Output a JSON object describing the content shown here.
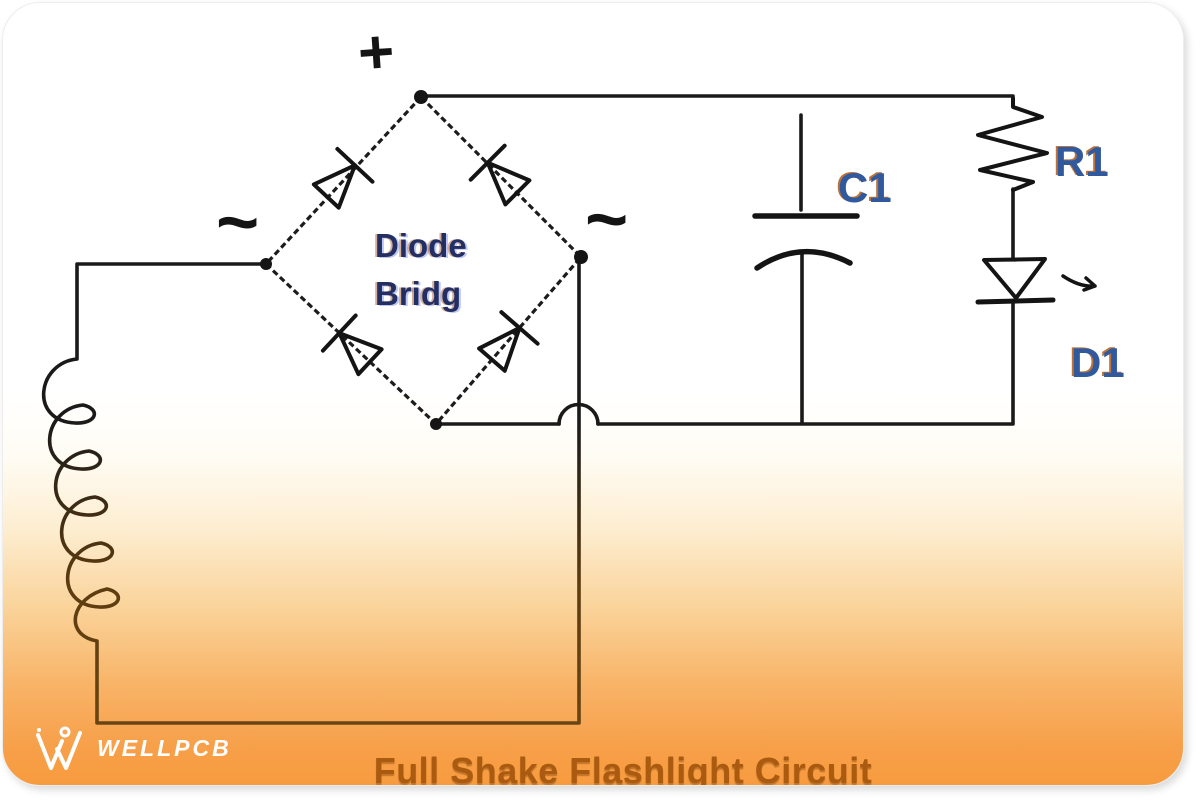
{
  "diagram": {
    "caption": "Full Shake Flashlight Circuit",
    "bridge": {
      "label_line1": "Diode",
      "label_line2": "Bridg"
    },
    "labels": {
      "capacitor": "C1",
      "resistor": "R1",
      "led": "D1"
    },
    "symbols": {
      "positive_terminal": "+",
      "ac_input_left": "~",
      "ac_input_right": "~"
    },
    "drawn_parts": [
      "shake-coil-inductor",
      "diode-bridge-rectifier",
      "capacitor",
      "resistor",
      "led-with-light-arrow"
    ],
    "colors": {
      "wire_black": "#1a1a1a",
      "wire_brown": "#6a4513",
      "part_label_blue": "#31599E",
      "bridge_label_navy": "#232E63",
      "caption_brown": "#AB5B10",
      "card_orange_bottom": "#F79B3E"
    }
  },
  "brand": {
    "name": "WELLPCB"
  }
}
